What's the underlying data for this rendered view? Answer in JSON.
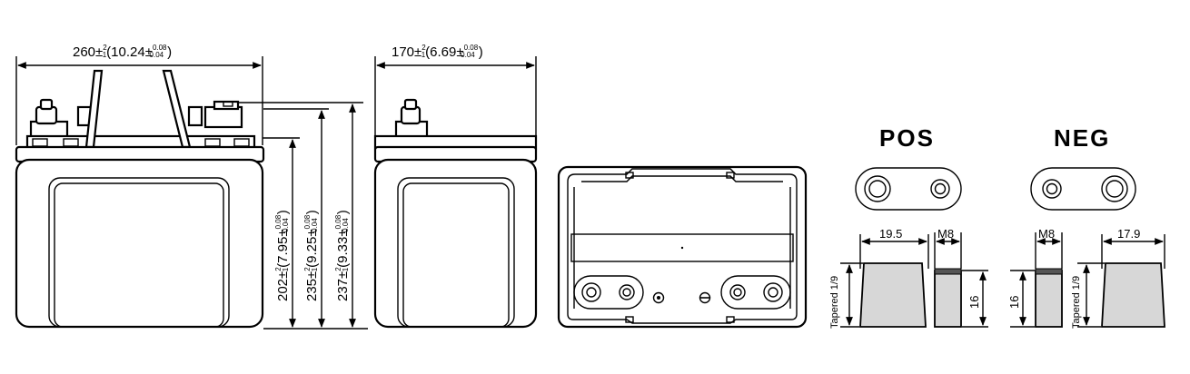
{
  "colors": {
    "line": "#000000",
    "terminal_fill": "#d7d7d7",
    "background": "#ffffff"
  },
  "front_view": {
    "width": {
      "main": "260±",
      "tol_sup": "2",
      "tol_sub": "1",
      "imperial": "(10.24±",
      "imp_sup": "0.08",
      "imp_sub": "0.04",
      "close": ")"
    },
    "height_case": {
      "main": "202±",
      "tol_sup": "2",
      "tol_sub": "1",
      "imperial": "(7.95±",
      "imp_sup": "0.08",
      "imp_sub": "0.04",
      "close": ")"
    },
    "height_terminal": {
      "main": "235±",
      "tol_sup": "2",
      "tol_sub": "1",
      "imperial": "(9.25±",
      "imp_sup": "0.08",
      "imp_sub": "0.04",
      "close": ")"
    },
    "height_total": {
      "main": "237±",
      "tol_sup": "2",
      "tol_sub": "1",
      "imperial": "(9.33±",
      "imp_sup": "0.08",
      "imp_sub": "0.04",
      "close": ")"
    }
  },
  "side_view": {
    "width": {
      "main": "170±",
      "tol_sup": "2",
      "tol_sub": "1",
      "imperial": "(6.69±",
      "imp_sup": "0.08",
      "imp_sub": "0.04",
      "close": ")"
    }
  },
  "terminals": {
    "pos": {
      "title": "POS",
      "top_width": "19.5",
      "bolt": "M8",
      "height": "16",
      "tapered": "Tapered 1/9"
    },
    "neg": {
      "title": "NEG",
      "top_width": "17.9",
      "bolt": "M8",
      "height": "16",
      "tapered": "Tapered 1/9"
    }
  }
}
